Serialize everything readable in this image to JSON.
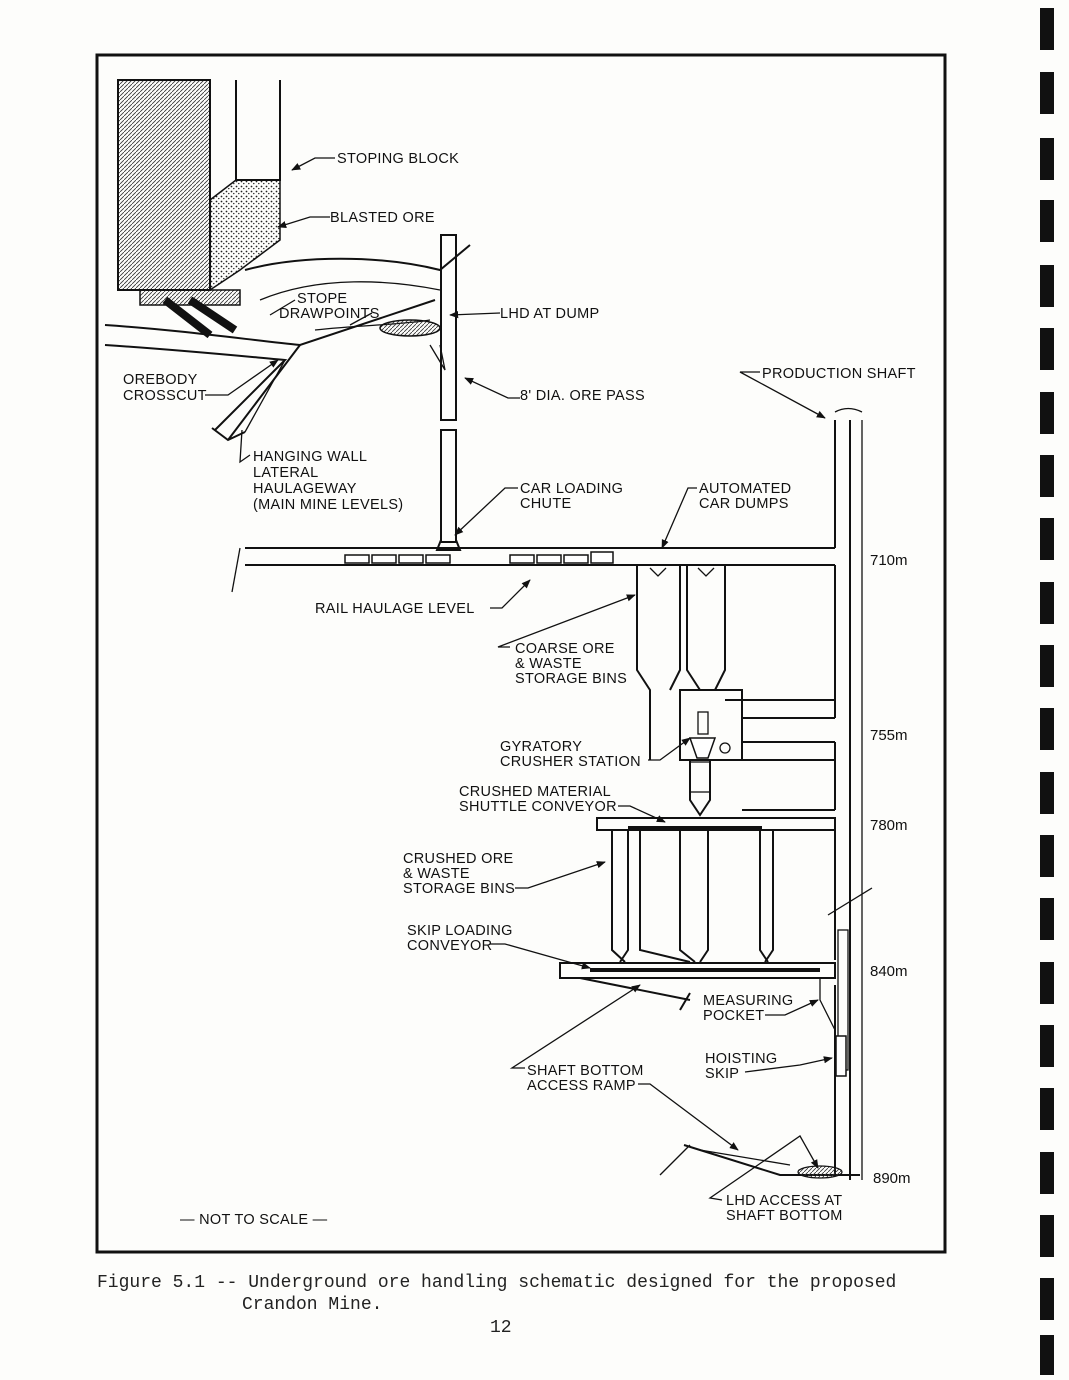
{
  "figure": {
    "labels": {
      "stoping_block": "STOPING BLOCK",
      "blasted_ore": "BLASTED ORE",
      "stope_drawpoints": [
        "STOPE",
        "DRAWPOINTS"
      ],
      "lhd_at_dump": "LHD AT DUMP",
      "orebody_crosscut": [
        "OREBODY",
        "CROSSCUT"
      ],
      "ore_pass": "8' DIA. ORE PASS",
      "production_shaft": "PRODUCTION SHAFT",
      "hanging_wall": [
        "HANGING WALL",
        "LATERAL",
        "HAULAGEWAY",
        "(MAIN MINE LEVELS)"
      ],
      "car_loading_chute": [
        "CAR LOADING",
        "CHUTE"
      ],
      "automated_car_dumps": [
        "AUTOMATED",
        "CAR DUMPS"
      ],
      "rail_haulage_level": "RAIL HAULAGE LEVEL",
      "coarse_ore_bins": [
        "COARSE ORE",
        "& WASTE",
        "STORAGE BINS"
      ],
      "gyratory_crusher": [
        "GYRATORY",
        "CRUSHER STATION"
      ],
      "shuttle_conveyor": [
        "CRUSHED MATERIAL",
        "SHUTTLE CONVEYOR"
      ],
      "crushed_ore_bins": [
        "CRUSHED ORE",
        "& WASTE",
        "STORAGE BINS"
      ],
      "skip_loading_conveyor": [
        "SKIP LOADING",
        "CONVEYOR"
      ],
      "measuring_pocket": [
        "MEASURING",
        "POCKET"
      ],
      "shaft_bottom_ramp": [
        "SHAFT BOTTOM",
        "ACCESS RAMP"
      ],
      "hoisting_skip": [
        "HOISTING",
        "SKIP"
      ],
      "lhd_access": [
        "LHD ACCESS AT",
        "SHAFT BOTTOM"
      ],
      "not_to_scale": "— NOT TO SCALE —"
    },
    "levels": [
      "710m",
      "755m",
      "780m",
      "840m",
      "890m"
    ]
  },
  "caption": {
    "line1": "Figure 5.1 -- Underground ore handling schematic designed for the proposed",
    "line2": "Crandon Mine."
  },
  "page_number": "12"
}
